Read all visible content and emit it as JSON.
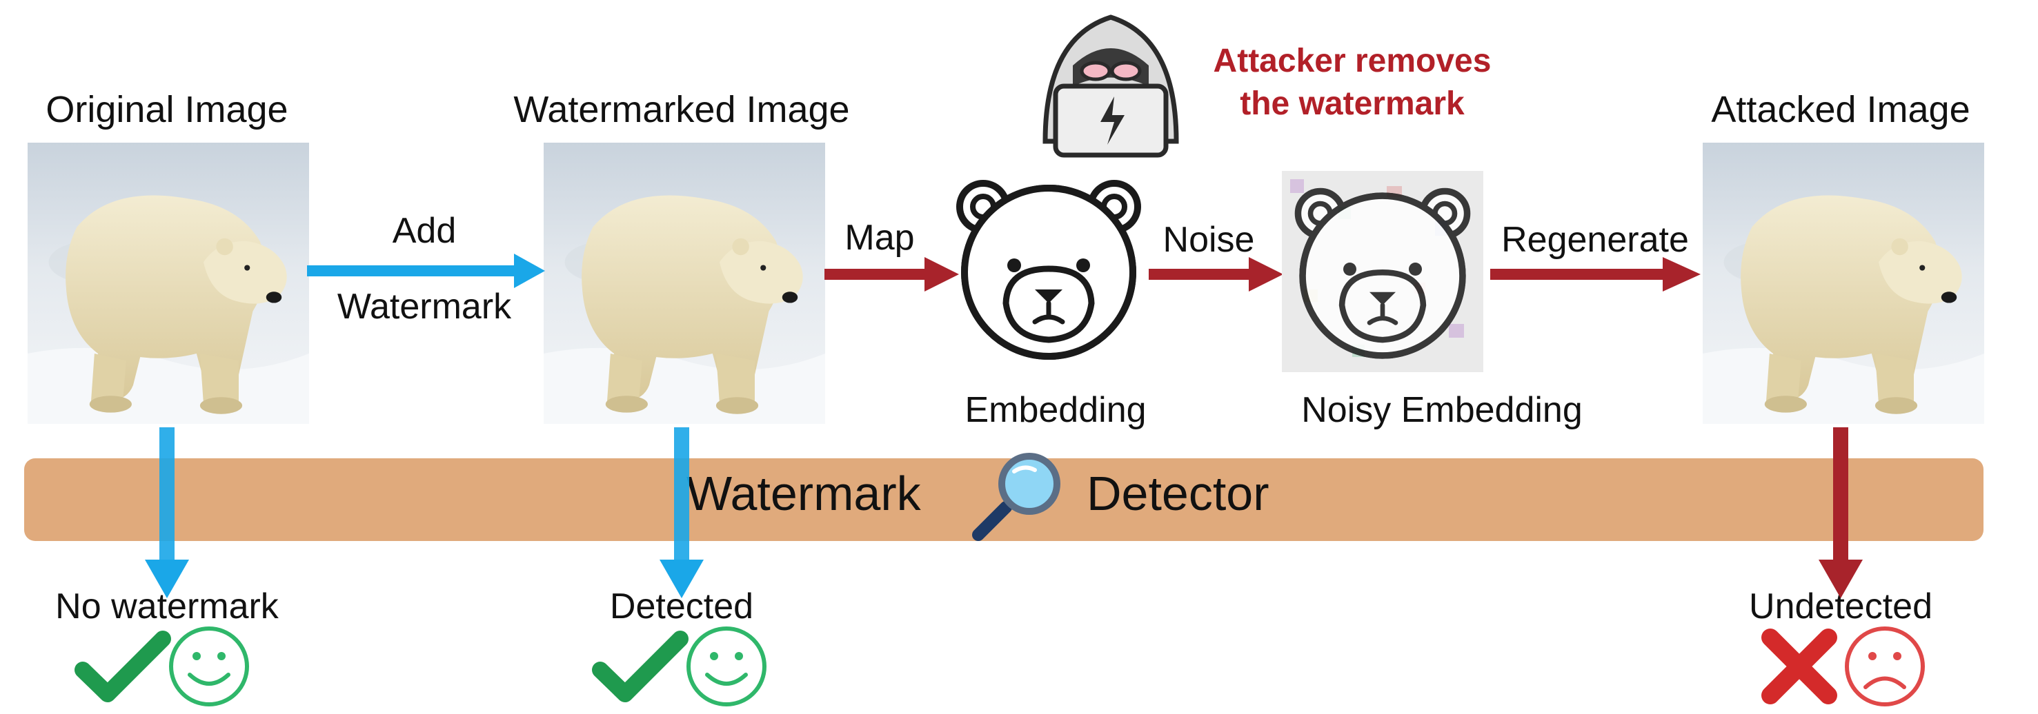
{
  "images": {
    "original": {
      "title": "Original Image",
      "alt": "polar bear photo"
    },
    "watermarked": {
      "title": "Watermarked Image",
      "alt": "polar bear photo with watermark"
    },
    "attacked": {
      "title": "Attacked Image",
      "alt": "regenerated polar bear photo"
    }
  },
  "arrows": {
    "add_watermark": {
      "line1": "Add",
      "line2": "Watermark",
      "color": "#1aa7e8"
    },
    "map": {
      "label": "Map",
      "color": "#a8232b"
    },
    "noise": {
      "label": "Noise",
      "color": "#a8232b"
    },
    "regenerate": {
      "label": "Regenerate",
      "color": "#a8232b"
    }
  },
  "embedding": {
    "label": "Embedding",
    "icon": "bear-face-icon"
  },
  "noisy_embedding": {
    "label": "Noisy Embedding",
    "icon": "noisy-bear-face-icon"
  },
  "attacker": {
    "line1": "Attacker removes",
    "line2": "the watermark",
    "icon": "hacker-icon",
    "color": "#b22028"
  },
  "detector": {
    "word1": "Watermark",
    "word2": "Detector",
    "icon": "magnifier-icon",
    "color": "#e0aa7c"
  },
  "outcomes": {
    "original": {
      "label": "No watermark",
      "mark": "check-icon",
      "face": "smile-icon"
    },
    "watermarked": {
      "label": "Detected",
      "mark": "check-icon",
      "face": "smile-icon"
    },
    "attacked": {
      "label": "Undetected",
      "mark": "cross-icon",
      "face": "frown-icon"
    }
  },
  "colors": {
    "blue": "#1aa7e8",
    "dark_red": "#a8232b",
    "green": "#1f9a4e",
    "light_green": "#2fb76a",
    "red": "#d42a2a"
  }
}
